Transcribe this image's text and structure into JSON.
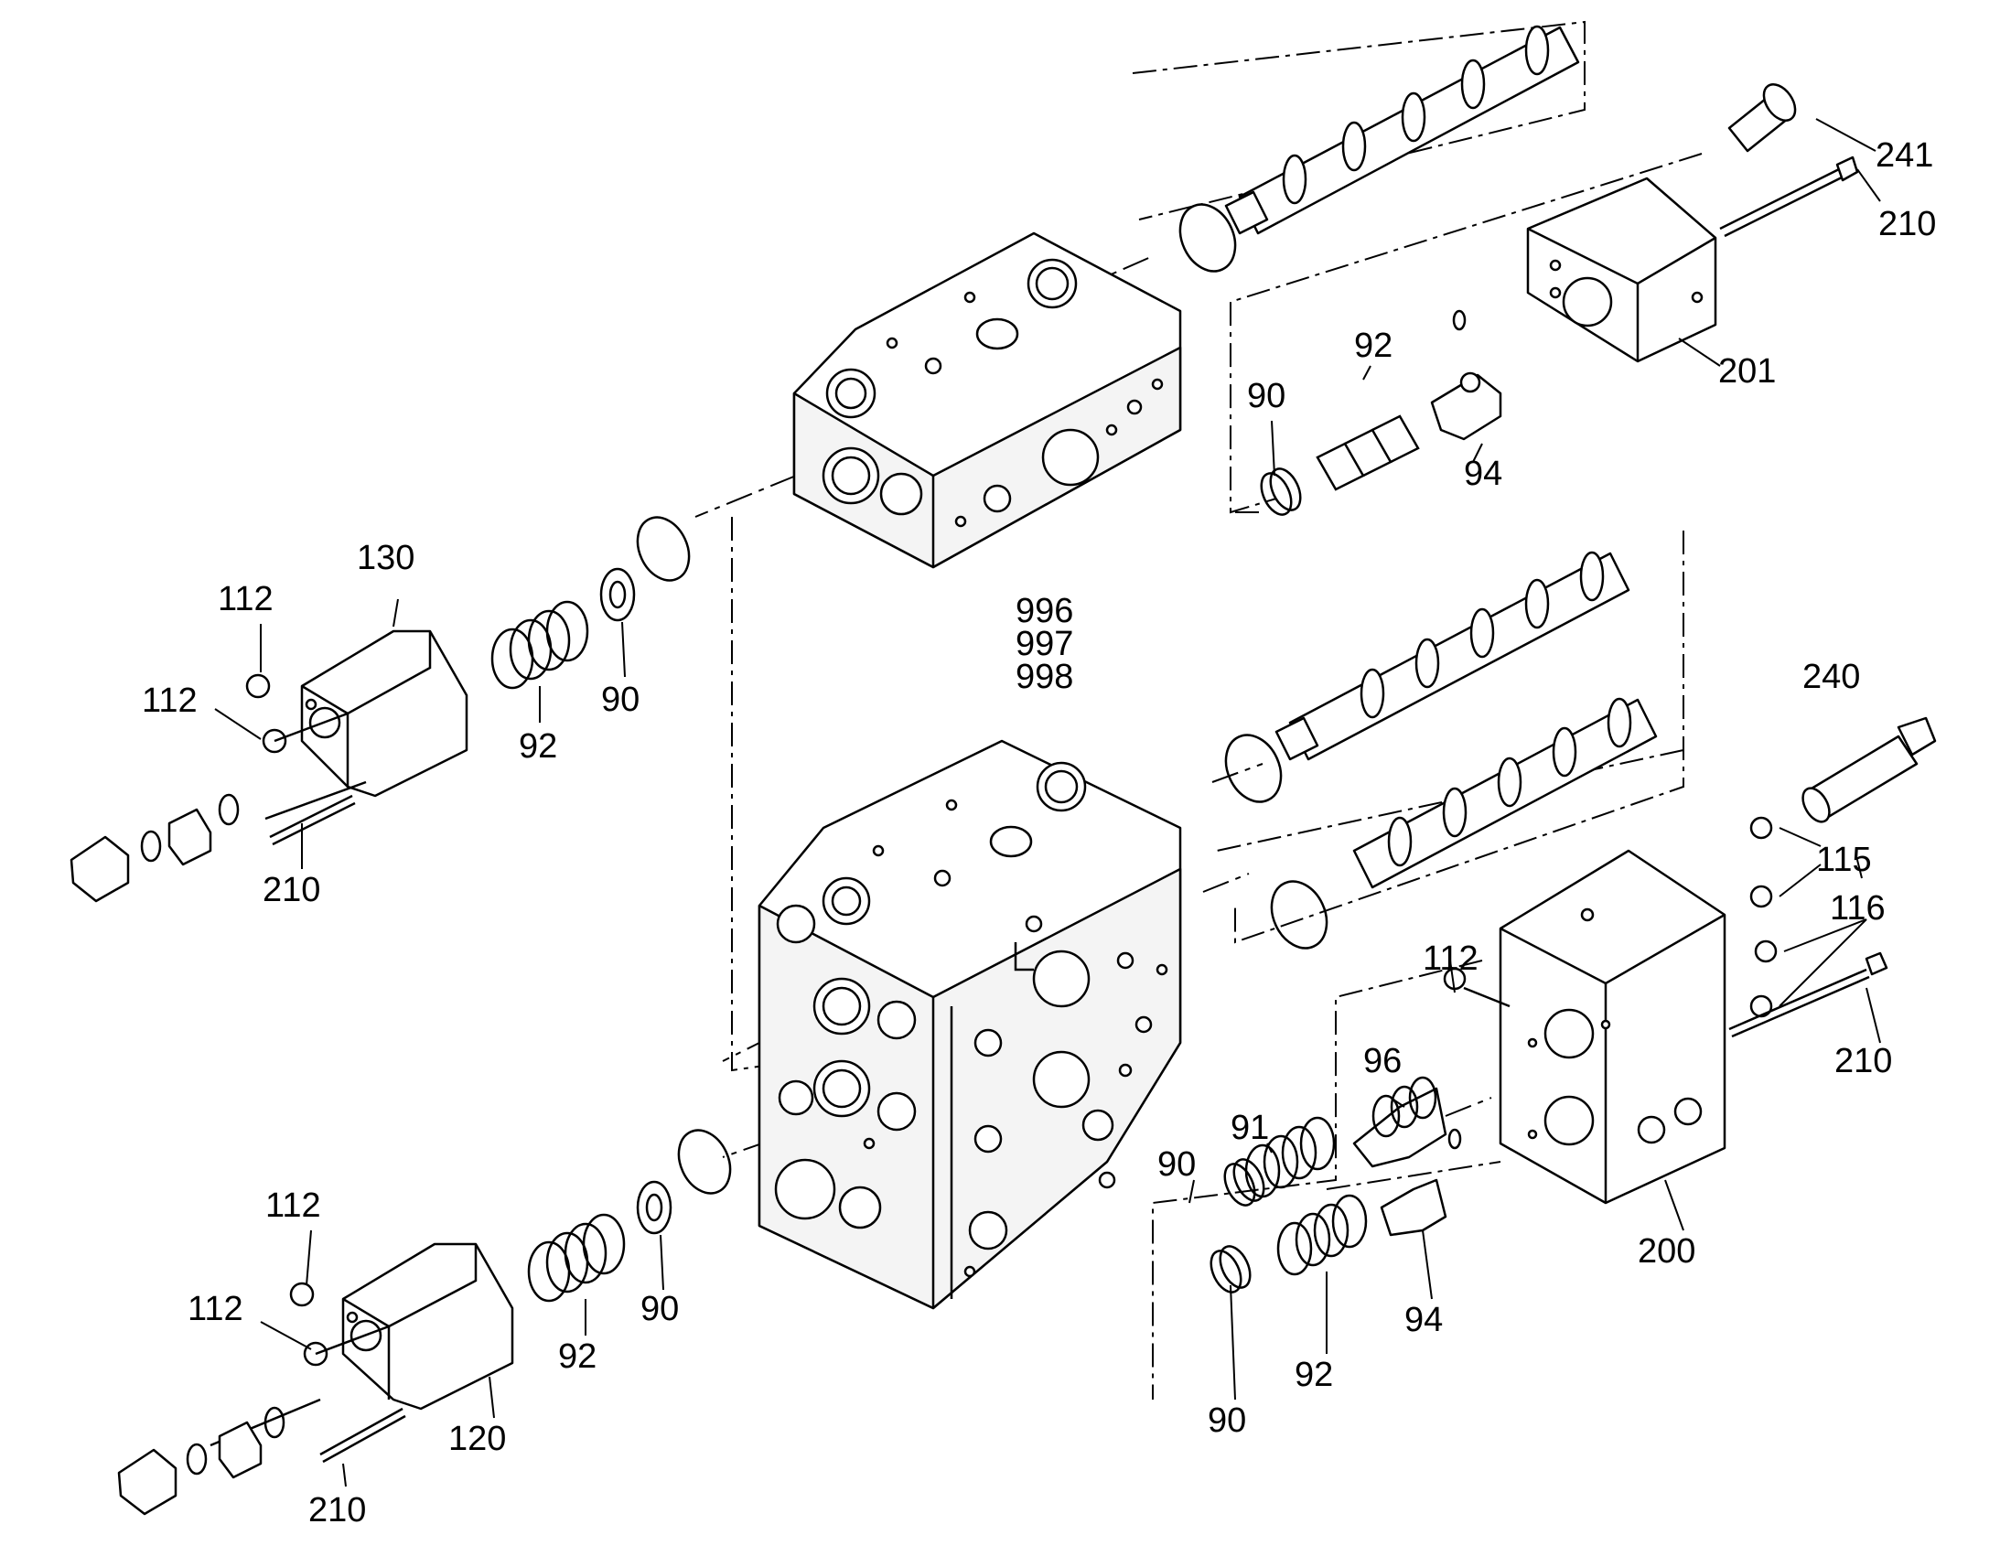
{
  "labels": {
    "l241": "241",
    "l210a": "210",
    "l201": "201",
    "l92a": "92",
    "l90a": "90",
    "l94a": "94",
    "l130": "130",
    "l112a": "112",
    "l112b": "112",
    "l92b": "92",
    "l90b": "90",
    "l210b": "210",
    "l996": "996",
    "l997": "997",
    "l998": "998",
    "l240": "240",
    "l115": "115",
    "l116": "116",
    "l112c": "112",
    "l210c": "210",
    "l96": "96",
    "l91": "91",
    "l90c": "90",
    "l200": "200",
    "l94b": "94",
    "l92c": "92",
    "l90d": "90",
    "l112d": "112",
    "l112e": "112",
    "l92d": "92",
    "l90e": "90",
    "l120": "120",
    "l210d": "210"
  }
}
